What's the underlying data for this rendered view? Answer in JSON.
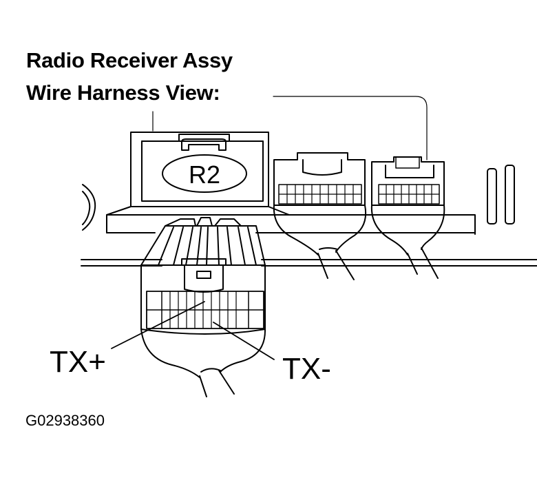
{
  "title": {
    "line1": "Radio Receiver Assy",
    "line2": "Wire Harness View:"
  },
  "connector_label": "R2",
  "callouts": {
    "tx_plus": "TX+",
    "tx_minus": "TX-"
  },
  "figure_id": "G02938360"
}
